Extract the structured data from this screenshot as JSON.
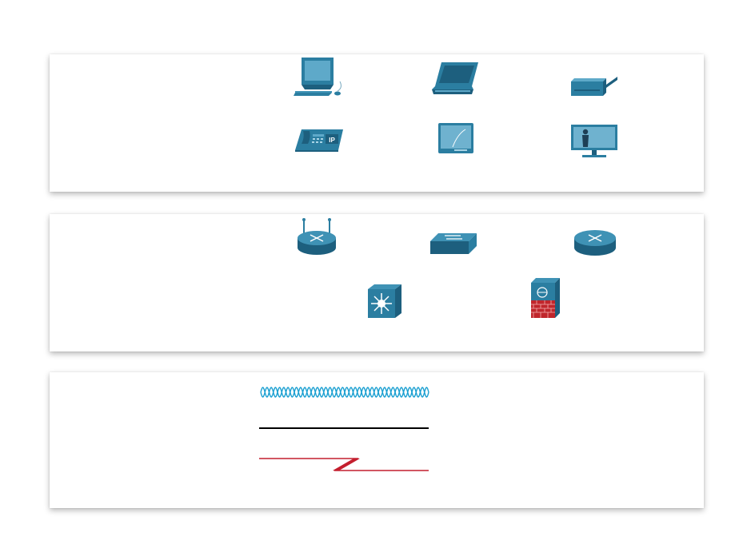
{
  "diagram": {
    "panels": [
      {
        "id": "end-devices",
        "icons": [
          "desktop-pc-icon",
          "laptop-icon",
          "printer-icon",
          "ip-phone-icon",
          "tablet-icon",
          "telepresence-endpoint-icon"
        ]
      },
      {
        "id": "intermediary-devices",
        "icons": [
          "wireless-router-icon",
          "lan-switch-icon",
          "router-icon",
          "multilayer-switch-icon",
          "firewall-icon"
        ]
      },
      {
        "id": "network-media",
        "media": [
          "wireless-media-icon",
          "lan-media-icon",
          "wan-media-icon"
        ]
      }
    ],
    "ip_phone_badge": "IP",
    "colors": {
      "device_blue": "#2b7ea1",
      "device_dark": "#1d5f7e",
      "wireless_media": "#1a9fd1",
      "lan_media": "#000000",
      "wan_media": "#c41e2e",
      "firewall_brick": "#c0262c"
    }
  }
}
